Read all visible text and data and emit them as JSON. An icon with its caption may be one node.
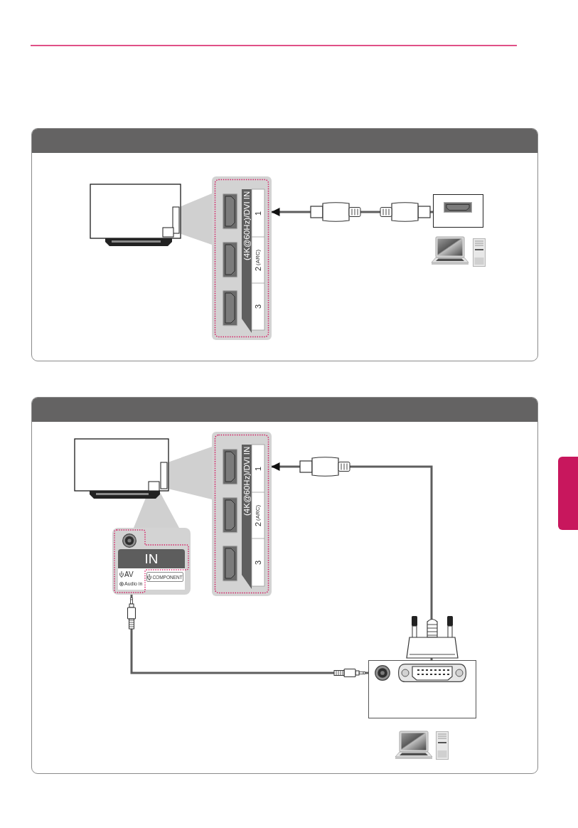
{
  "diagram": {
    "nodes": [
      {
        "text": [],
        "shape": "box"
      },
      {
        "text": [
          "(4K@60Hz)/DVI IN",
          "1",
          "2",
          "(ARC)",
          "3"
        ],
        "in": 0
      },
      {
        "text": [],
        "shape": "box",
        "in": 0
      },
      {
        "text": [],
        "shape": "box"
      },
      {
        "text": [
          "(4K@60Hz)/DVI IN",
          "1",
          "2",
          "(ARC)",
          "3"
        ],
        "in": 3
      },
      {
        "text": [
          "IN",
          "AV",
          "Audio in",
          "COMPONENT"
        ],
        "in": 3
      },
      {
        "text": [],
        "shape": "box",
        "in": 3
      },
      {
        "text": [],
        "shape": "box"
      }
    ],
    "edges": [
      {
        "from": 2,
        "to": 1,
        "arrow": "to"
      },
      {
        "from": 6,
        "to": 4,
        "arrow": "to"
      },
      {
        "from": 5,
        "to": 6,
        "arrow": "none"
      }
    ]
  }
}
